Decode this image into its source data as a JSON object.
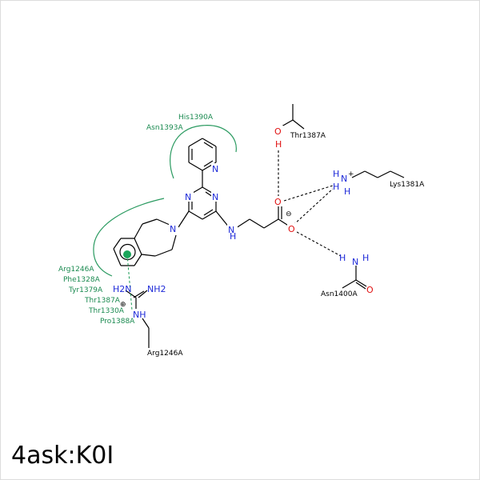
{
  "title": "4ask:K0I",
  "colors": {
    "nitrogen": "#1e2ad8",
    "oxygen": "#e01010",
    "contact_green": "#1a8a50",
    "bond": "#000000"
  },
  "atoms": {
    "N": "N",
    "O": "O",
    "H": "H",
    "H2N": "H2N",
    "NH2": "NH2",
    "NH": "NH",
    "H3N": "H3N",
    "HN": "H"
  },
  "charges": {
    "minus": "⊖",
    "plus": "⊕",
    "nplus": "+"
  },
  "residues": {
    "thr1387_top": "Thr1387A",
    "lys1381": "Lys1381A",
    "asn1400": "Asn1400A",
    "arg1246": "Arg1246A",
    "his1390": "His1390A",
    "asn1393": "Asn1393A",
    "hydrophobic": [
      "Arg1246A",
      "Phe1328A",
      "Tyr1379A",
      "Thr1387A",
      "Thr1330A",
      "Pro1388A"
    ]
  }
}
